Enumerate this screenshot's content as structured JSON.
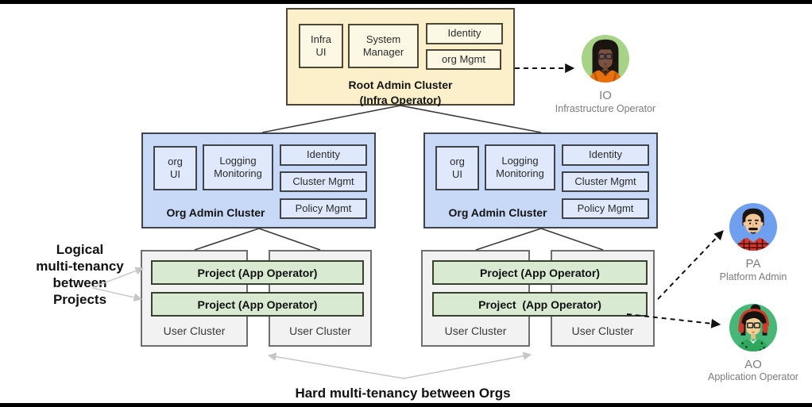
{
  "page": {
    "background": "#ffffff",
    "border_bar_color": "#000000"
  },
  "root_cluster": {
    "title": "Root Admin Cluster\n(Infra Operator)",
    "components": {
      "infra_ui": "Infra\nUI",
      "system_manager": "System\nManager",
      "identity": "Identity",
      "org_mgmt": "org Mgmt"
    },
    "fill": "#FBF0CA",
    "component_fill": "#FDF8E4",
    "border": "#4C4637"
  },
  "org_clusters": [
    {
      "title": "Org Admin Cluster",
      "components": {
        "org_ui": "org\nUI",
        "logging_monitoring": "Logging\nMonitoring",
        "identity": "Identity",
        "cluster_mgmt": "Cluster Mgmt",
        "policy_mgmt": "Policy Mgmt"
      }
    },
    {
      "title": "Org Admin Cluster",
      "components": {
        "org_ui": "org\nUI",
        "logging_monitoring": "Logging\nMonitoring",
        "identity": "Identity",
        "cluster_mgmt": "Cluster Mgmt",
        "policy_mgmt": "Policy Mgmt"
      }
    }
  ],
  "org_cluster_style": {
    "fill": "#C8D9F7",
    "component_fill": "#E0E9FB",
    "border": "#3F444B"
  },
  "user_cluster_groups": [
    {
      "projects": [
        "Project (App Operator)",
        "Project (App Operator)"
      ],
      "clusters": [
        "User Cluster",
        "User Cluster"
      ]
    },
    {
      "projects": [
        "Project (App Operator)",
        "Project  (App Operator)"
      ],
      "clusters": [
        "User Cluster",
        "User Cluster"
      ]
    }
  ],
  "project_style": {
    "fill": "#D9EAD3",
    "border": "#39402F"
  },
  "user_cluster_style": {
    "fill": "#F2F2F2",
    "border": "#6E6E6E"
  },
  "annotations": {
    "logical": "Logical\nmulti-tenancy\nbetween\nProjects",
    "hard": "Hard multi-tenancy between Orgs"
  },
  "actors": [
    {
      "initials": "IO",
      "role": "Infrastructure Operator",
      "icon": "io-person-avatar",
      "circle_color": "#A7D387"
    },
    {
      "initials": "PA",
      "role": "Platform Admin",
      "icon": "pa-person-avatar",
      "circle_color": "#6FA0F0"
    },
    {
      "initials": "AO",
      "role": "Application Operator",
      "icon": "ao-person-avatar",
      "circle_color": "#45B877"
    }
  ]
}
